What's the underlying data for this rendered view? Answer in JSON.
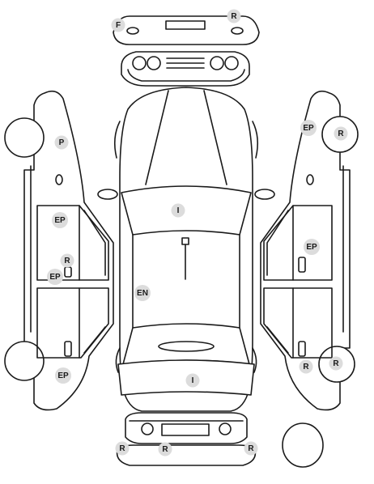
{
  "markers": [
    {
      "id": "front-bumper-left",
      "code": "F"
    },
    {
      "id": "front-bumper-right",
      "code": "R"
    },
    {
      "id": "left-front-fender",
      "code": "P"
    },
    {
      "id": "left-front-door",
      "code": "EP"
    },
    {
      "id": "left-rear-door-a",
      "code": "R"
    },
    {
      "id": "left-rear-door-b",
      "code": "EP"
    },
    {
      "id": "left-rear-wheel",
      "code": "EP"
    },
    {
      "id": "hood",
      "code": "I"
    },
    {
      "id": "roof",
      "code": "EN"
    },
    {
      "id": "trunk",
      "code": "I"
    },
    {
      "id": "right-front-fender",
      "code": "EP"
    },
    {
      "id": "right-front-wheel",
      "code": "R"
    },
    {
      "id": "right-front-door",
      "code": "EP"
    },
    {
      "id": "right-rear-door",
      "code": "R"
    },
    {
      "id": "right-rear-wheel",
      "code": "R"
    },
    {
      "id": "rear-bumper-left",
      "code": "R"
    },
    {
      "id": "rear-bumper-center",
      "code": "R"
    },
    {
      "id": "rear-bumper-right",
      "code": "R"
    }
  ]
}
